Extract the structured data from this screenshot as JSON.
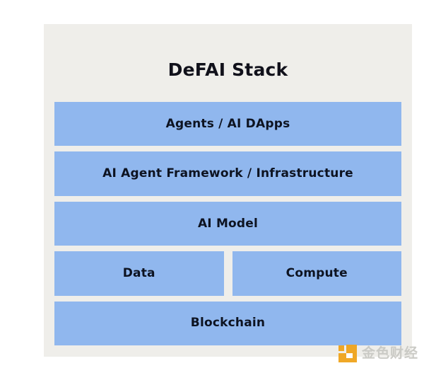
{
  "diagram": {
    "title": "DeFAI Stack",
    "card_background": "#efeeea",
    "box_color": "#90b7ee",
    "text_color": "#0d1321",
    "rows": [
      {
        "boxes": [
          {
            "label": "Agents / AI DApps"
          }
        ]
      },
      {
        "boxes": [
          {
            "label": "AI Agent Framework / Infrastructure"
          }
        ]
      },
      {
        "boxes": [
          {
            "label": "AI Model"
          }
        ]
      },
      {
        "boxes": [
          {
            "label": "Data"
          },
          {
            "label": "Compute"
          }
        ]
      },
      {
        "boxes": [
          {
            "label": "Blockchain"
          }
        ]
      }
    ]
  },
  "watermark": {
    "text": "金色财经",
    "logo_icon": "jinse-logo-icon",
    "logo_color": "#efa520",
    "text_color": "#c9c9c4"
  }
}
